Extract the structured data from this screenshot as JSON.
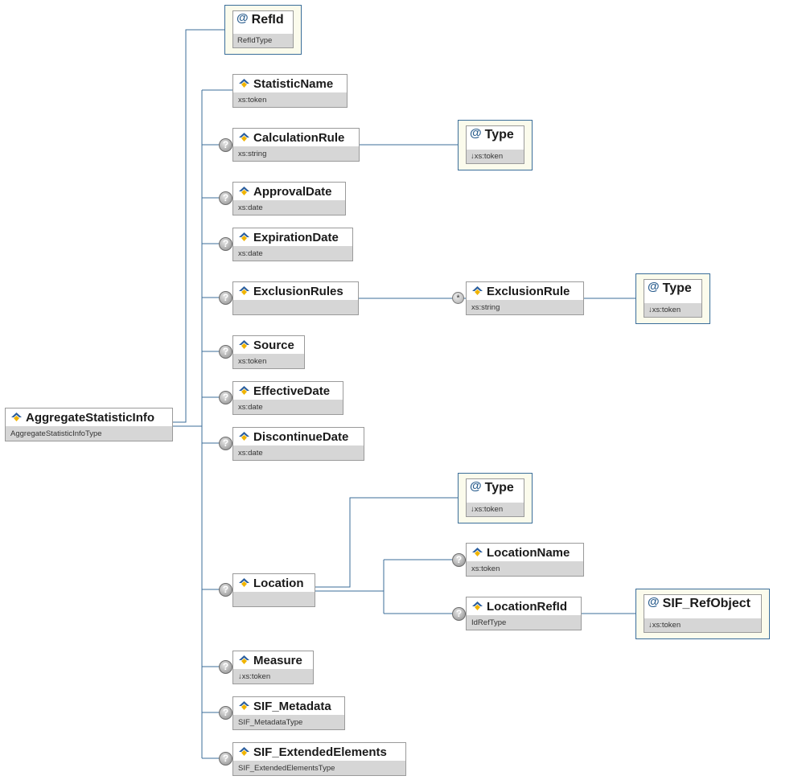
{
  "root": {
    "name": "AggregateStatisticInfo",
    "type": "AggregateStatisticInfoType"
  },
  "root_attribute": {
    "name": "RefId",
    "type": "RefIdType"
  },
  "elements": {
    "statistic_name": {
      "name": "StatisticName",
      "type": "xs:token"
    },
    "calculation_rule": {
      "name": "CalculationRule",
      "type": "xs:string"
    },
    "approval_date": {
      "name": "ApprovalDate",
      "type": "xs:date"
    },
    "expiration_date": {
      "name": "ExpirationDate",
      "type": "xs:date"
    },
    "exclusion_rules": {
      "name": "ExclusionRules",
      "type": ""
    },
    "source": {
      "name": "Source",
      "type": "xs:token"
    },
    "effective_date": {
      "name": "EffectiveDate",
      "type": "xs:date"
    },
    "discontinue_date": {
      "name": "DiscontinueDate",
      "type": "xs:date"
    },
    "location": {
      "name": "Location",
      "type": ""
    },
    "measure": {
      "name": "Measure",
      "type": "↓xs:token"
    },
    "sif_metadata": {
      "name": "SIF_Metadata",
      "type": "SIF_MetadataType"
    },
    "sif_extended_elements": {
      "name": "SIF_ExtendedElements",
      "type": "SIF_ExtendedElementsType"
    }
  },
  "sub_elements": {
    "exclusion_rule": {
      "name": "ExclusionRule",
      "type": "xs:string"
    },
    "location_name": {
      "name": "LocationName",
      "type": "xs:token"
    },
    "location_ref_id": {
      "name": "LocationRefId",
      "type": "IdRefType"
    }
  },
  "attributes": {
    "calc_rule_type": {
      "name": "Type",
      "type": "↓xs:token"
    },
    "exclusion_rule_type": {
      "name": "Type",
      "type": "↓xs:token"
    },
    "location_type": {
      "name": "Type",
      "type": "↓xs:token"
    },
    "sif_ref_object": {
      "name": "SIF_RefObject",
      "type": "↓xs:token"
    }
  },
  "symbols": {
    "optional": "?",
    "repeat": "*",
    "attribute": "@"
  },
  "colors": {
    "connector": "#3b6e9a",
    "attribute_fill": "#fbfbec",
    "type_bar": "#d6d6d6"
  }
}
